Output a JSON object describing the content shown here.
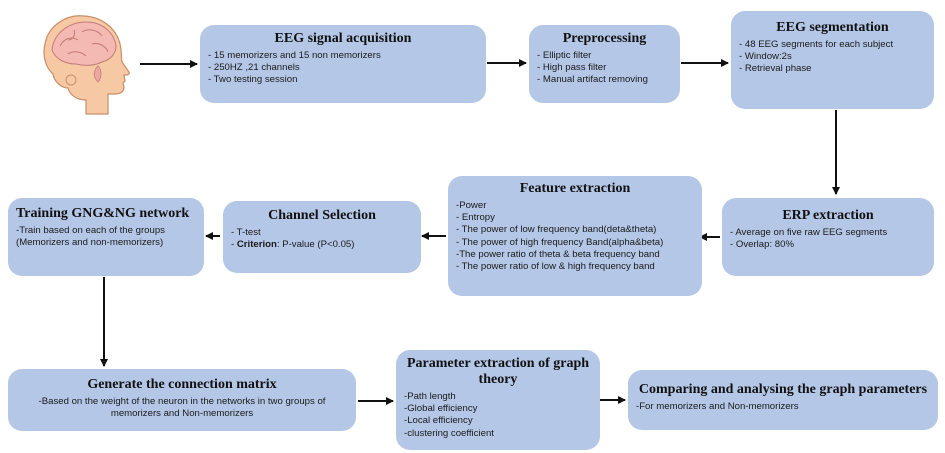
{
  "boxes": {
    "acquisition": {
      "title": "EEG signal acquisition",
      "lines": [
        "- 15 memorizers and 15 non memorizers",
        "- 250HZ ,21 channels",
        "- Two testing session"
      ]
    },
    "preprocessing": {
      "title": "Preprocessing",
      "lines": [
        "- Elliptic filter",
        "- High pass filter",
        "- Manual artifact removing"
      ]
    },
    "segmentation": {
      "title": "EEG segmentation",
      "lines": [
        "- 48 EEG segments for each subject",
        "- Window:2s",
        "- Retrieval phase"
      ]
    },
    "erp": {
      "title": "ERP extraction",
      "lines": [
        "-  Average on  five raw EEG segments",
        "- Overlap: 80%"
      ]
    },
    "feature": {
      "title": "Feature extraction",
      "lines": [
        "-Power",
        "- Entropy",
        "- The power of low frequency band(deta&theta)",
        "- The power of high frequency Band(alpha&beta)",
        "-The power ratio of theta & beta frequency band",
        "- The power ratio of low & high frequency band"
      ]
    },
    "channel": {
      "title": "Channel Selection",
      "line1": "- T-test",
      "line2_prefix": "- ",
      "line2_bold": "Criterion",
      "line2_rest": ": P-value (P<0.05)"
    },
    "training": {
      "title": "Training GNG&NG network",
      "lines": [
        "-Train based on each of the groups",
        "(Memorizers and non-memorizers)"
      ]
    },
    "connection": {
      "title": "Generate the connection matrix",
      "lines": [
        "-Based on the weight of the neuron in the networks in two groups of",
        "memorizers and Non-memorizers"
      ]
    },
    "parameter": {
      "title_line1": "Parameter extraction of graph",
      "title_line2": "theory",
      "lines": [
        "-Path length",
        "-Global efficiency",
        "-Local efficiency",
        "-clustering coefficient"
      ]
    },
    "comparing": {
      "title": "Comparing and analysing the graph parameters",
      "lines": [
        "-For memorizers and Non-memorizers"
      ]
    }
  },
  "colors": {
    "box_fill": "#b4c7e7",
    "arrow": "#111111",
    "skin": "#f6c8a4"
  },
  "icons": {
    "head": "human-head-brain-icon"
  }
}
